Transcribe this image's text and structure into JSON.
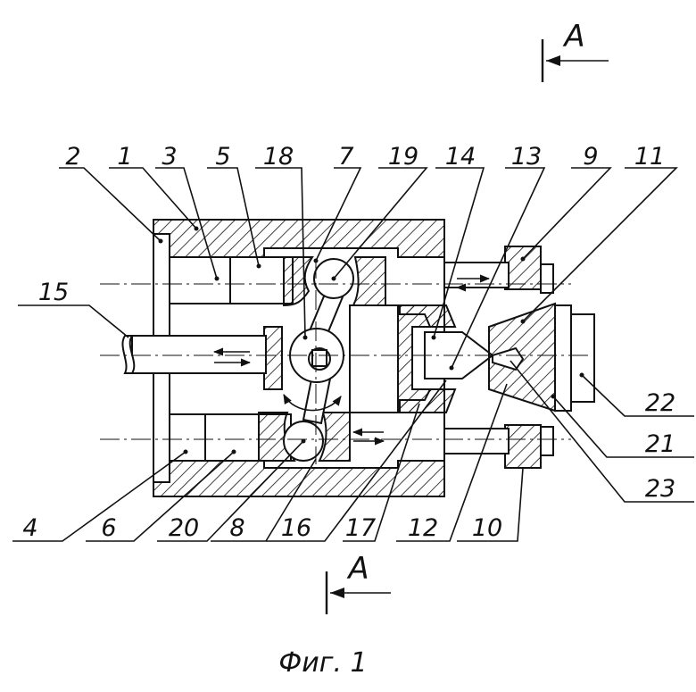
{
  "section_marks": {
    "top": "А",
    "bottom": "А"
  },
  "caption": "Фиг. 1",
  "callouts": {
    "top": [
      "2",
      "1",
      "3",
      "5",
      "18",
      "7",
      "19",
      "14",
      "13",
      "9",
      "11"
    ],
    "bottom": [
      "4",
      "6",
      "20",
      "8",
      "16",
      "17",
      "12",
      "10"
    ],
    "left": "15",
    "right": [
      "22",
      "21",
      "23"
    ]
  }
}
